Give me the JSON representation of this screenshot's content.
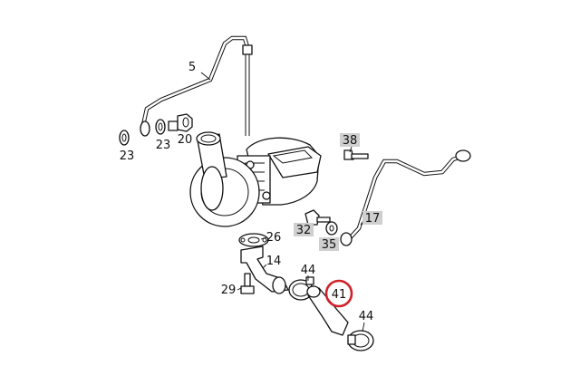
{
  "diagram": {
    "callouts": [
      {
        "id": "c5",
        "label": "5",
        "tagged": false
      },
      {
        "id": "c23a",
        "label": "23",
        "tagged": false
      },
      {
        "id": "c23b",
        "label": "23",
        "tagged": false
      },
      {
        "id": "c20",
        "label": "20",
        "tagged": false
      },
      {
        "id": "c38",
        "label": "38",
        "tagged": true
      },
      {
        "id": "c17",
        "label": "17",
        "tagged": true
      },
      {
        "id": "c32",
        "label": "32",
        "tagged": true
      },
      {
        "id": "c35",
        "label": "35",
        "tagged": true
      },
      {
        "id": "c26",
        "label": "26",
        "tagged": false
      },
      {
        "id": "c14",
        "label": "14",
        "tagged": false
      },
      {
        "id": "c44a",
        "label": "44",
        "tagged": false
      },
      {
        "id": "c29",
        "label": "29",
        "tagged": false
      },
      {
        "id": "c41",
        "label": "41",
        "tagged": false,
        "highlighted": true
      },
      {
        "id": "c44b",
        "label": "44",
        "tagged": false
      }
    ],
    "colors": {
      "line": "#111111",
      "tag_background": "#cfcfcf",
      "highlight": "#d0222b"
    }
  }
}
